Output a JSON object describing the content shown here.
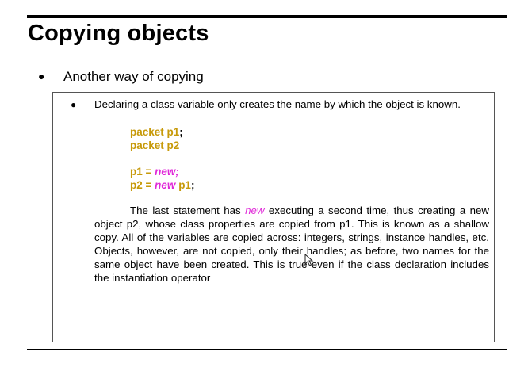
{
  "slide": {
    "title": "Copying objects",
    "bullet_symbol": "●",
    "subtitle": "Another way of copying"
  },
  "box": {
    "bullet_symbol": "●",
    "intro": "Declaring a class variable only creates the name by which the object is known.",
    "code": {
      "line1": {
        "type": "packet p1",
        "end": ";"
      },
      "line2": {
        "type": "packet p2"
      },
      "line3": {
        "lhs": "p1 =",
        "kw": "new;"
      },
      "line4": {
        "lhs": "p2 =",
        "kw": "new",
        "arg": "p1",
        "end": ";"
      }
    },
    "paragraph": {
      "before_new": "The last statement has",
      "new_word": "new",
      "after_new": "executing a second time, thus creating a new object p2, whose class properties are copied from p1. This is known as a shallow copy. All of the variables are copied across: integers, strings, instance handles, etc. Objects, however, are not copied, only their handles; as before, two names for the same object have been created. This is true even if the class declaration includes the instantiation operator"
    }
  },
  "colors": {
    "code_gold": "#c79a0a",
    "keyword_magenta": "#e02ad8"
  },
  "icons": {
    "pointer": "cursor-arrow"
  }
}
